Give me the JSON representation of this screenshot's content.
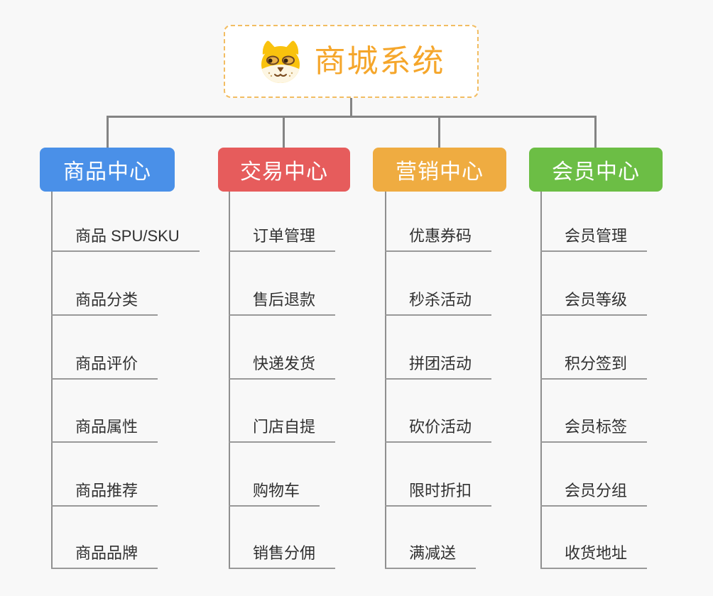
{
  "root": {
    "title": "商城系统",
    "icon": "dog-face-icon",
    "accent_color": "#F5A62B",
    "border_color": "#F2BD62"
  },
  "connector_color": "#848484",
  "branches": [
    {
      "label": "商品中心",
      "color": "#4A90E8",
      "items": [
        "商品 SPU/SKU",
        "商品分类",
        "商品评价",
        "商品属性",
        "商品推荐",
        "商品品牌"
      ]
    },
    {
      "label": "交易中心",
      "color": "#E65C5C",
      "items": [
        "订单管理",
        "售后退款",
        "快递发货",
        "门店自提",
        "购物车",
        "销售分佣"
      ]
    },
    {
      "label": "营销中心",
      "color": "#EFAC41",
      "items": [
        "优惠券码",
        "秒杀活动",
        "拼团活动",
        "砍价活动",
        "限时折扣",
        "满减送"
      ]
    },
    {
      "label": "会员中心",
      "color": "#6CBE45",
      "items": [
        "会员管理",
        "会员等级",
        "积分签到",
        "会员标签",
        "会员分组",
        "收货地址"
      ]
    }
  ]
}
